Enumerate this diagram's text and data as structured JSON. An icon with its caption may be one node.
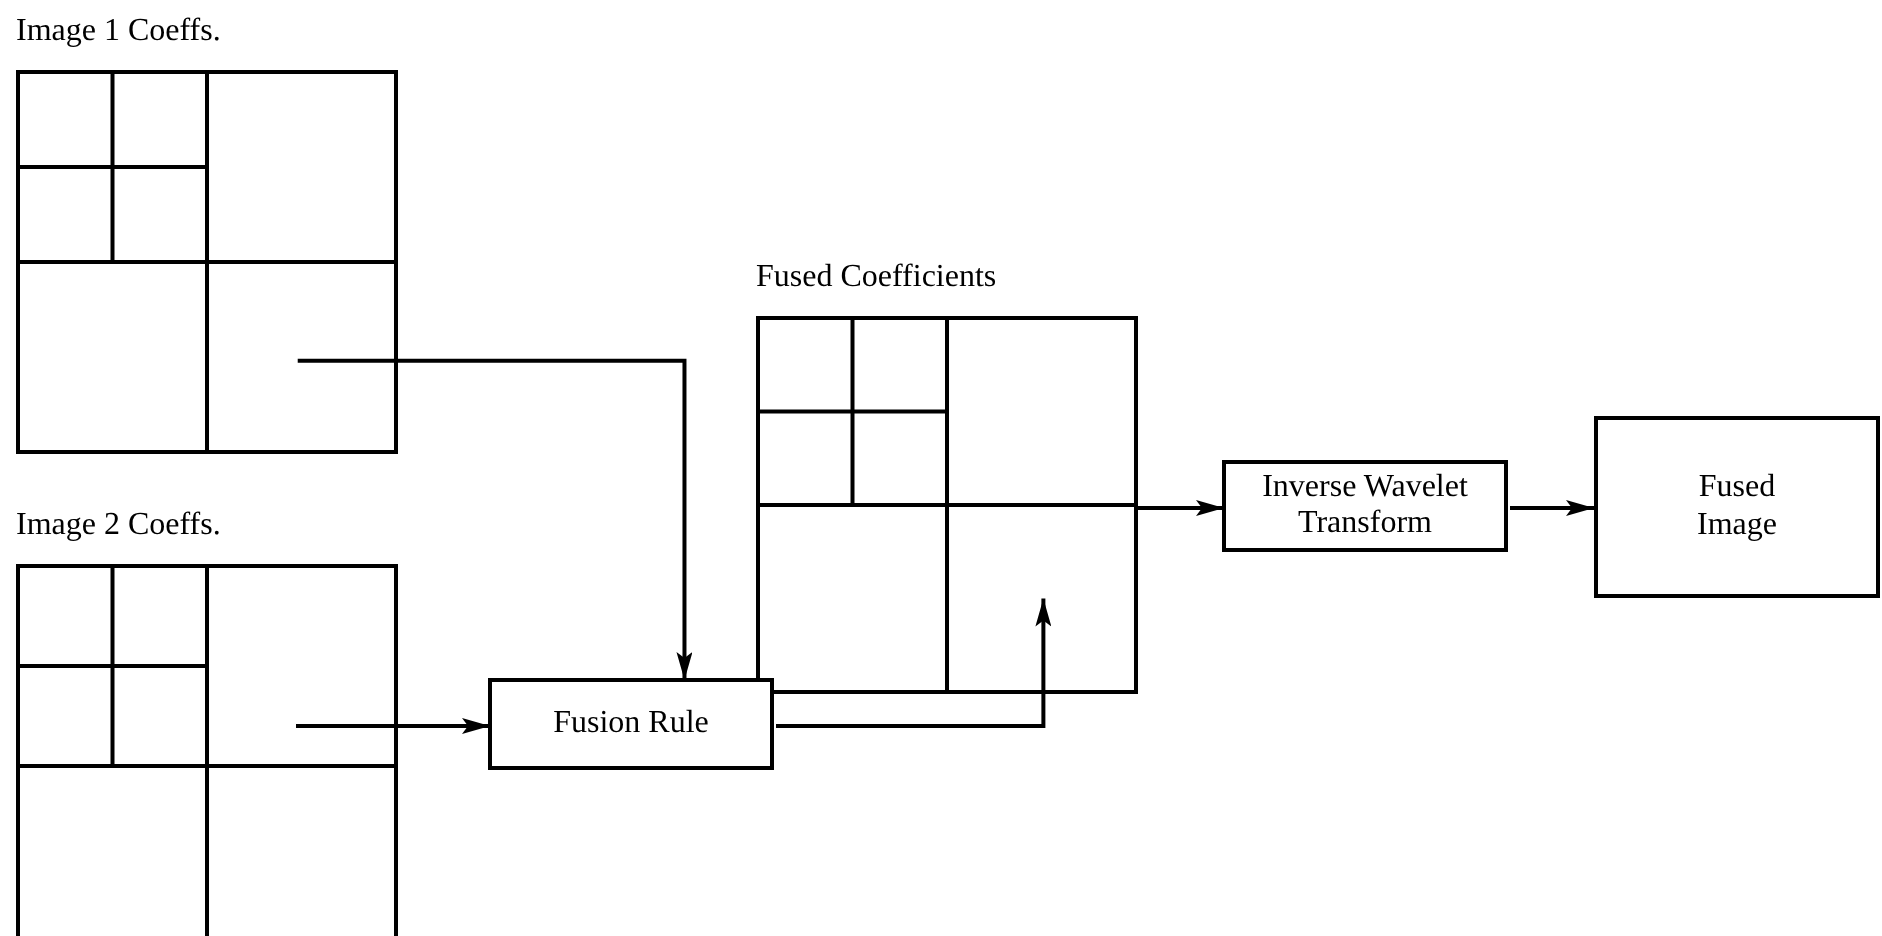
{
  "diagram": {
    "nodes": [
      {
        "text": [
          "Image 1 Coeffs."
        ]
      },
      {
        "text": [
          "Image 2 Coeffs."
        ]
      },
      {
        "text": [
          "Fused Coefficients"
        ]
      },
      {
        "text": [
          "Fusion Rule"
        ]
      },
      {
        "text": [
          "Inverse Wavelet Transform"
        ]
      },
      {
        "text": [
          "Fused Image"
        ]
      }
    ],
    "edges": [
      {
        "from": 0,
        "to": 3,
        "arrow": "to"
      },
      {
        "from": 1,
        "to": 3,
        "arrow": "to"
      },
      {
        "from": 3,
        "to": 2,
        "arrow": "to"
      },
      {
        "from": 2,
        "to": 4,
        "arrow": "to"
      },
      {
        "from": 4,
        "to": 5,
        "arrow": "to"
      }
    ]
  }
}
